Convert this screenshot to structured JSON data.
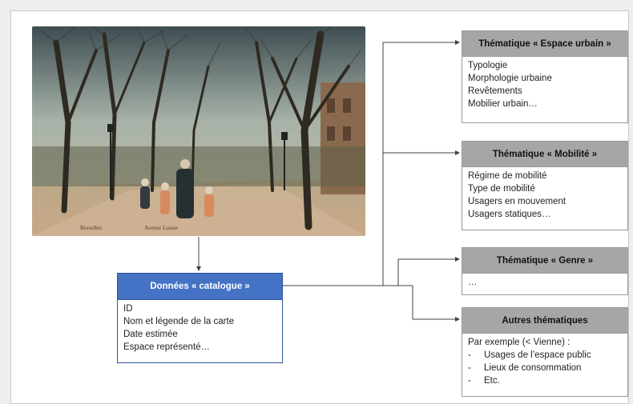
{
  "catalogue": {
    "title": "Données « catalogue »",
    "items": [
      "ID",
      "Nom et légende de la carte",
      "Date estimée",
      "Espace représenté…"
    ]
  },
  "urbain": {
    "title": "Thématique « Espace urbain »",
    "items": [
      "Typologie",
      "Morphologie urbaine",
      "Revêtements",
      "Mobilier urbain…"
    ]
  },
  "mobilite": {
    "title": "Thématique « Mobilité »",
    "items": [
      "Régime de mobilité",
      "Type de mobilité",
      "Usagers en mouvement",
      "Usagers statiques…"
    ]
  },
  "genre": {
    "title": "Thématique « Genre »",
    "items": [
      "…"
    ]
  },
  "autres": {
    "title": "Autres thématiques",
    "intro": "Par exemple (< Vienne) :",
    "items": [
      "Usages de l’espace public",
      "Lieux de consommation",
      "Etc."
    ]
  },
  "photo": {
    "caption_left": "Bruxelles",
    "caption_right": "Avenue Louise"
  },
  "colors": {
    "blue_header": "#4472c4",
    "gray_header": "#a6a6a6",
    "line": "#404040"
  }
}
